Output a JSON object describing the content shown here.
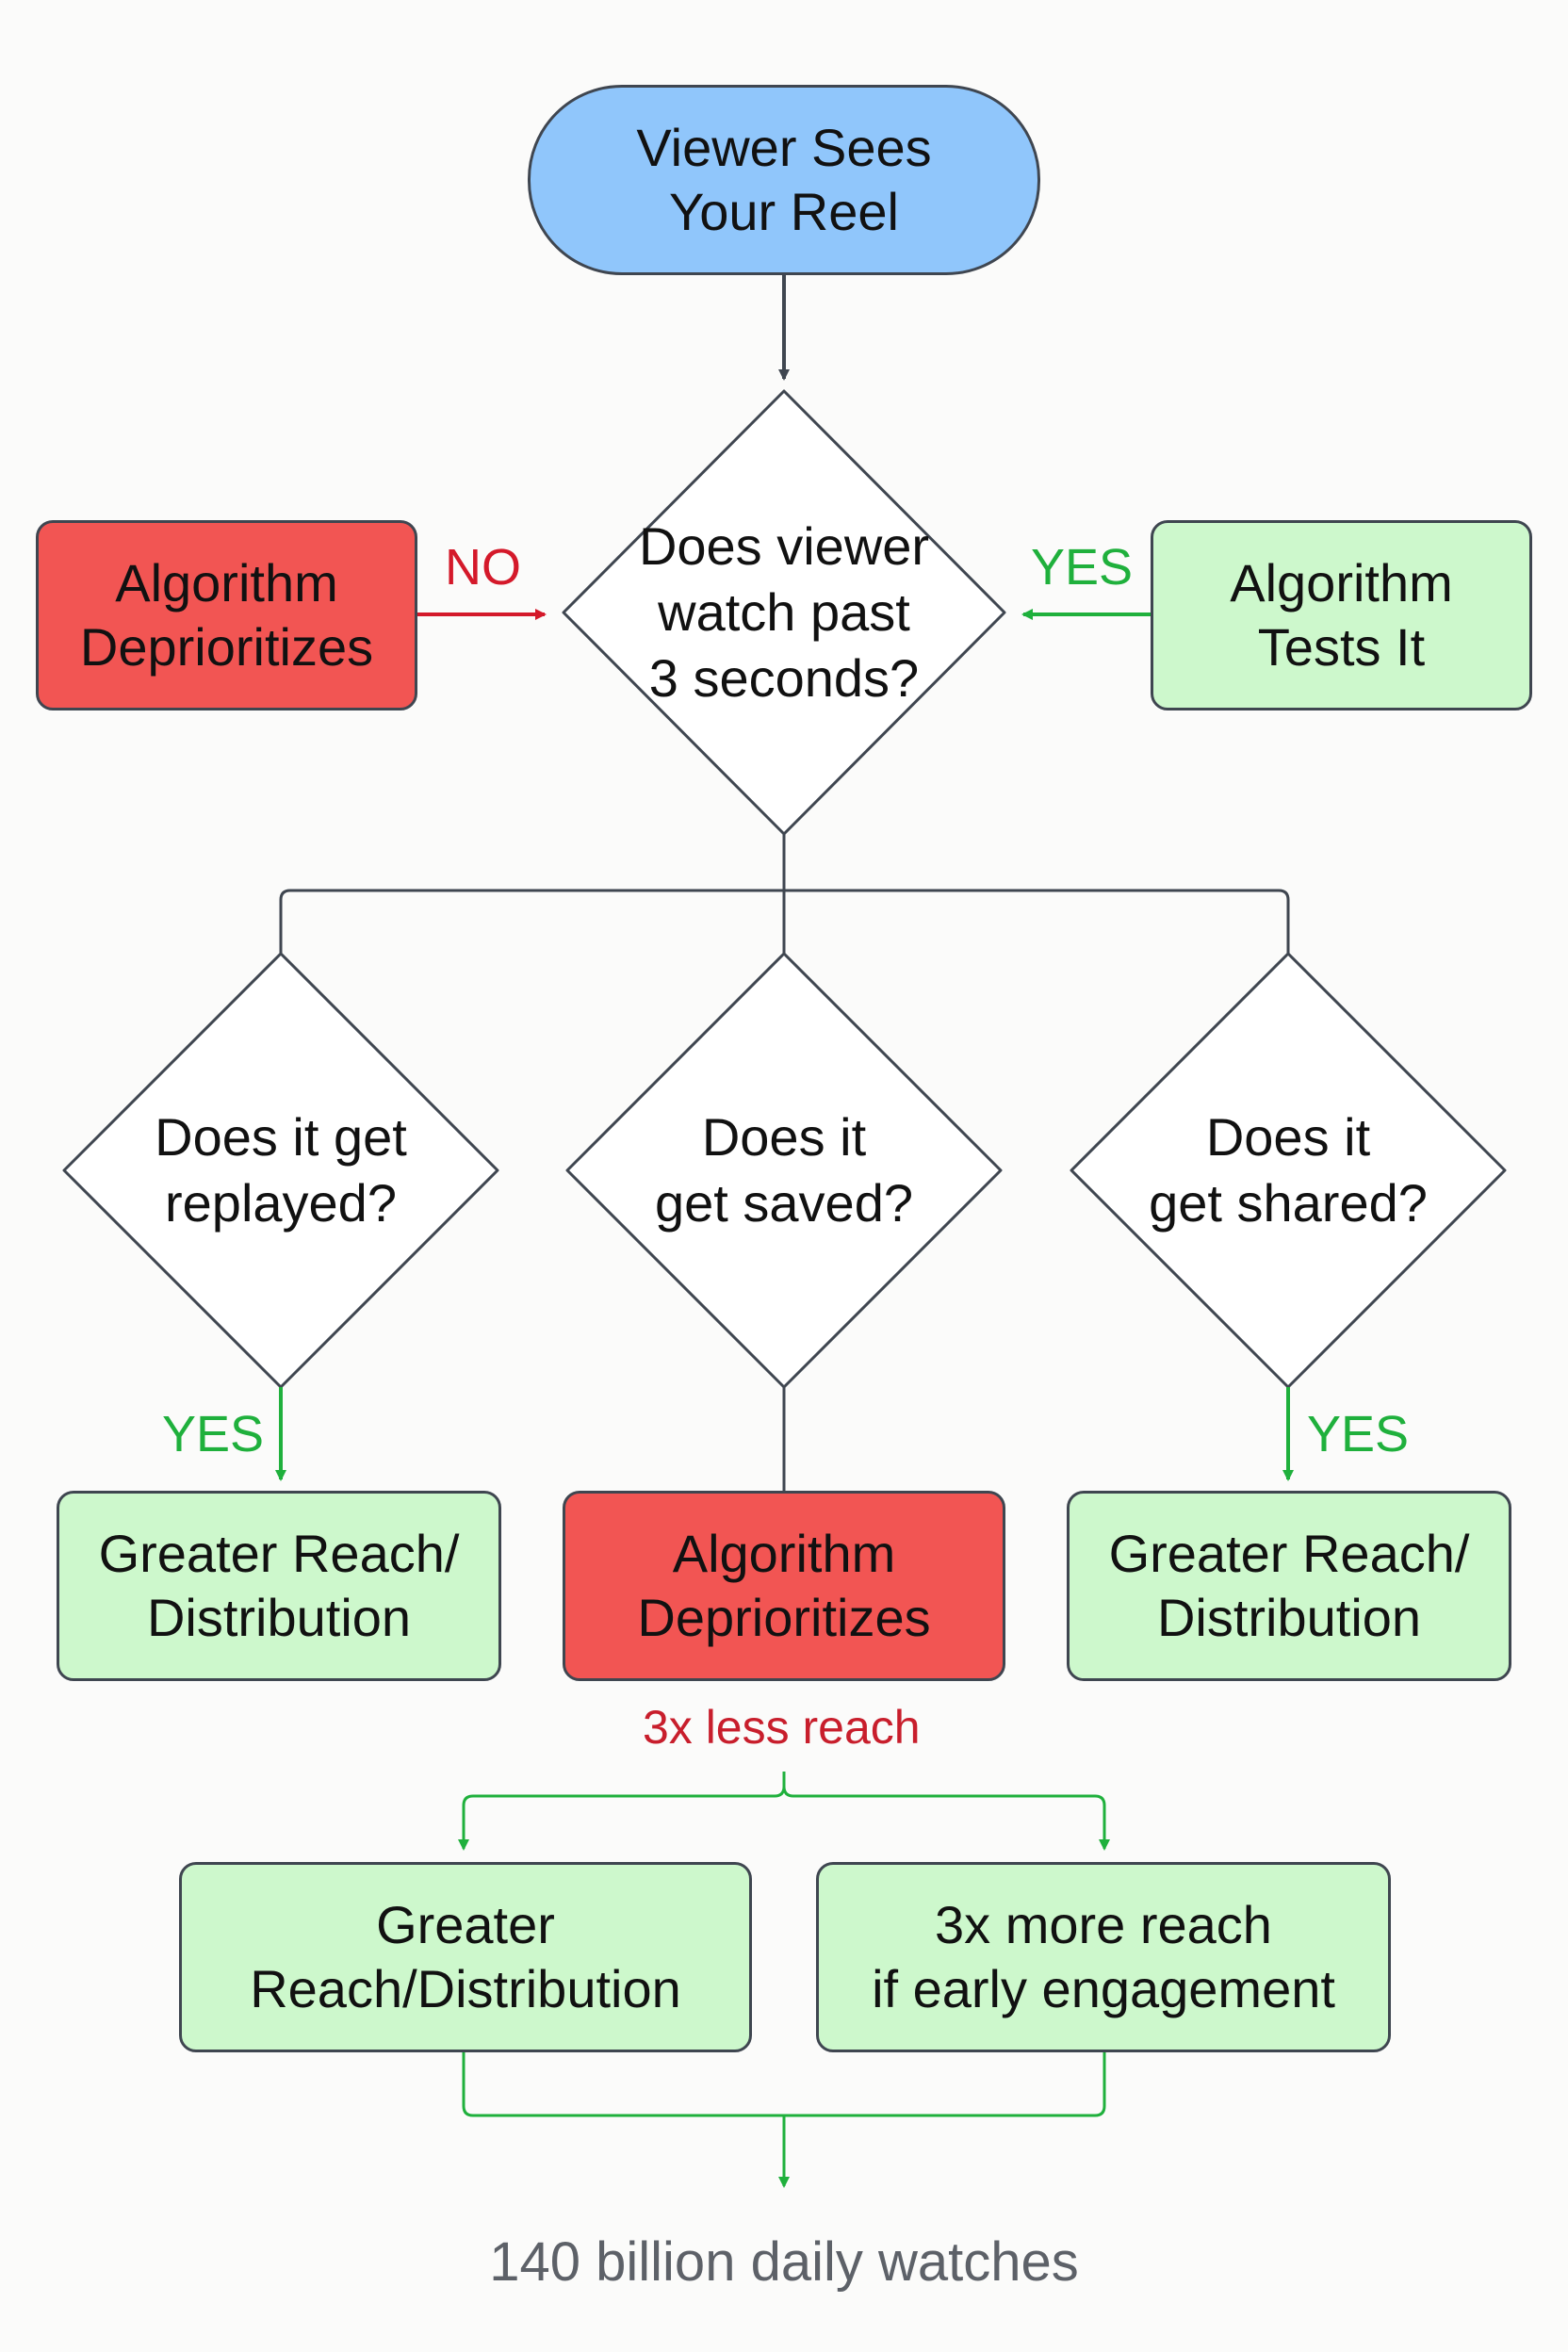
{
  "start": {
    "label": "Viewer Sees\nYour Reel"
  },
  "decision_main": {
    "label": "Does viewer\nwatch past\n3 seconds?"
  },
  "left_outcome": {
    "label": "Algorithm\nDeprioritizes"
  },
  "right_outcome": {
    "label": "Algorithm\nTests It"
  },
  "labels": {
    "no": "NO",
    "yes": "YES"
  },
  "decisions": [
    {
      "label": "Does it get\nreplayed?"
    },
    {
      "label": "Does it\nget saved?"
    },
    {
      "label": "Does it\nget shared?"
    }
  ],
  "results": [
    {
      "label": "Greater Reach/\nDistribution"
    },
    {
      "label": "Algorithm\nDeprioritizes"
    },
    {
      "label": "Greater Reach/\nDistribution"
    }
  ],
  "note_less_reach": "3x less reach",
  "bottom_boxes": [
    {
      "label": "Greater\nReach/Distribution"
    },
    {
      "label": "3x more reach\nif early engagement"
    }
  ],
  "footer": "140 billion daily watches",
  "colors": {
    "start_fill": "#90c6fb",
    "red_fill": "#f25553",
    "green_fill": "#cdf8cc",
    "green_line": "#1fb03c",
    "red_line": "#d4192a",
    "neutral_line": "#3f4650"
  }
}
